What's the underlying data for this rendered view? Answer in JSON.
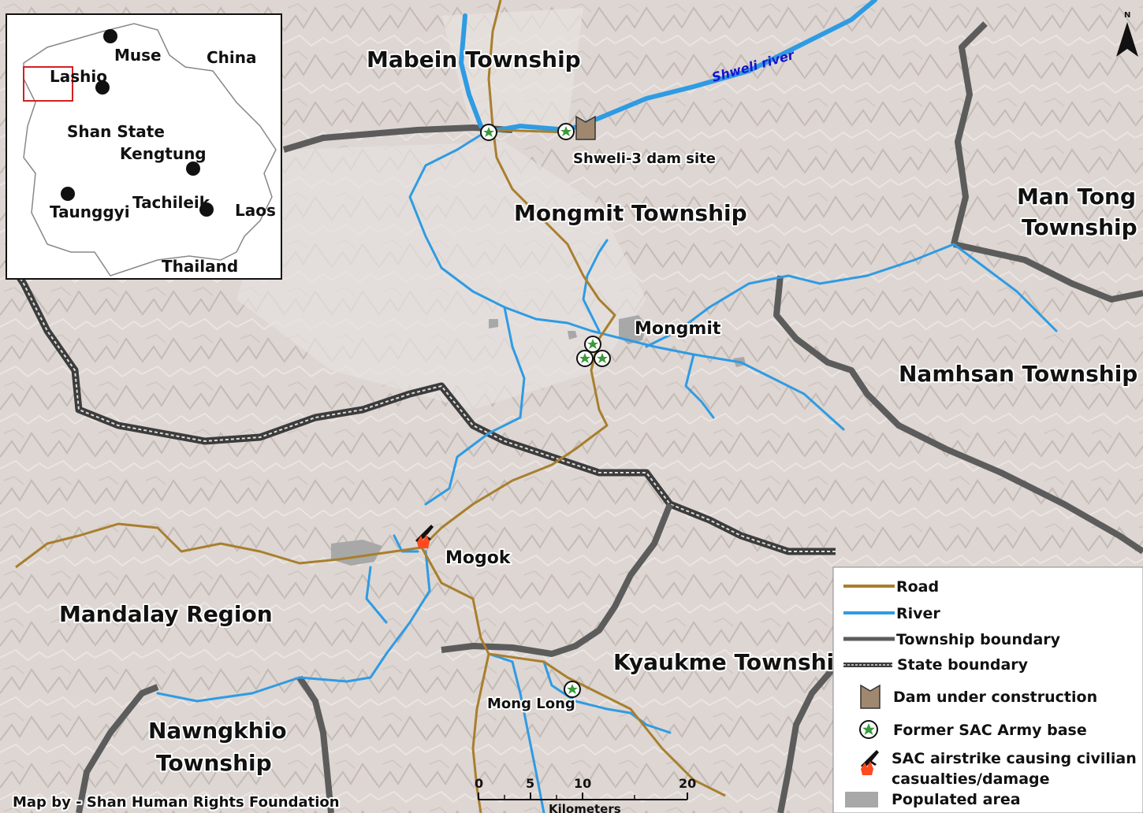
{
  "colors": {
    "terrain": "#ddd6d2",
    "road": "#a87f2e",
    "river": "#2f9be3",
    "township_boundary": "#5a5a5a",
    "state_boundary": "#4a4a4a",
    "populated_area": "#a8a8a8",
    "army_base_star": "#3a9a3a",
    "dam": "#a08870",
    "airstrike_fire": "#ff4a20"
  },
  "labels": {
    "mabein": "Mabein Township",
    "shweli_river": "Shweli river",
    "shweli_dam": "Shweli-3 dam site",
    "mongmit_township": "Mongmit Township",
    "man_tong_line1": "Man Tong",
    "man_tong_line2": "Township",
    "mongmit": "Mongmit",
    "namhsan": "Namhsan Township",
    "mogok": "Mogok",
    "mandalay": "Mandalay Region",
    "kyaukme": "Kyaukme Township",
    "mong_long": "Mong Long",
    "nawngkhio_line1": "Nawngkhio",
    "nawngkhio_line2": "Township",
    "north": "N"
  },
  "inset": {
    "muse": "Muse",
    "china": "China",
    "lashio": "Lashio",
    "shan_state": "Shan State",
    "kengtung": "Kengtung",
    "taunggyi": "Taunggyi",
    "tachileik": "Tachileik",
    "laos": "Laos",
    "thailand": "Thailand"
  },
  "legend": {
    "road": "Road",
    "river": "River",
    "township_boundary": "Township boundary",
    "state_boundary": "State boundary",
    "dam": "Dam under construction",
    "army_base": "Former SAC Army base",
    "airstrike_line1": "SAC airstrike causing civilian",
    "airstrike_line2": "casualties/damage",
    "populated": "Populated area"
  },
  "scale_bar": {
    "ticks": [
      "0",
      "5",
      "10",
      "20"
    ],
    "unit": "Kilometers"
  },
  "credit": "Map by - Shan Human Rights Foundation"
}
